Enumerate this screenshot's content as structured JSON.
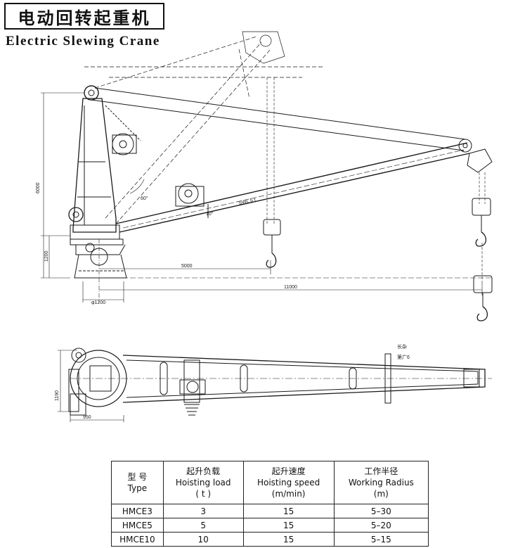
{
  "header": {
    "title_zh": "电动回转起重机",
    "title_en": "Electric Slewing Crane"
  },
  "side_view": {
    "dim_height": "6000",
    "dim_base_height": "1200",
    "dim_radius_min": "5000",
    "dim_radius_max": "11000",
    "dim_base_dia": "φ1200",
    "angle_label": "60°",
    "small_angle": "10°",
    "boom_mark": "SWL 5 t"
  },
  "top_view": {
    "dim_width": "1190",
    "dim_depth": "950",
    "note": "长杂",
    "note2": "第广6"
  },
  "spec_table": {
    "headers": [
      {
        "zh": "型  号",
        "en": "Type",
        "unit": ""
      },
      {
        "zh": "起升负载",
        "en": "Hoisting load",
        "unit": "( t )"
      },
      {
        "zh": "起升速度",
        "en": "Hoisting speed",
        "unit": "(m/min)"
      },
      {
        "zh": "工作半径",
        "en": "Working Radius",
        "unit": "(m)"
      }
    ],
    "rows": [
      [
        "HMCE3",
        "3",
        "15",
        "5–30"
      ],
      [
        "HMCE5",
        "5",
        "15",
        "5–20"
      ],
      [
        "HMCE10",
        "10",
        "15",
        "5–15"
      ]
    ]
  },
  "colors": {
    "line": "#1a1a1a",
    "paper": "#ffffff"
  }
}
